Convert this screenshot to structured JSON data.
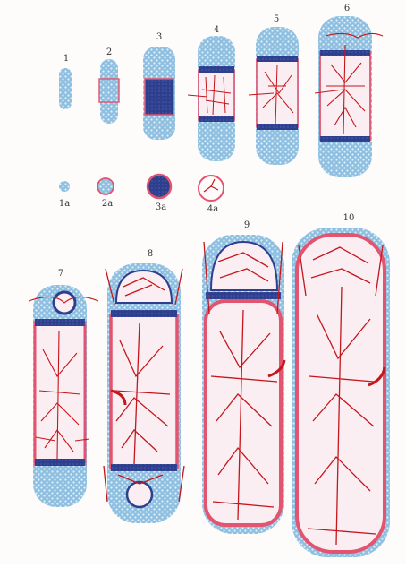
{
  "labels": {
    "s1": "1",
    "s2": "2",
    "s3": "3",
    "s4": "4",
    "s5": "5",
    "s6": "6",
    "s7": "7",
    "s8": "8",
    "s9": "9",
    "s10": "10",
    "c1a": "1a",
    "c2a": "2a",
    "c3a": "3a",
    "c4a": "4a"
  },
  "colors": {
    "cartilage": "#8fbfe0",
    "cartilage_dot": "#dff0fb",
    "zone": "#2e3f8e",
    "bone": "#e2546f",
    "vessel": "#c4161c",
    "marrow": "#fbeef2",
    "background": "#fdfcfa"
  }
}
